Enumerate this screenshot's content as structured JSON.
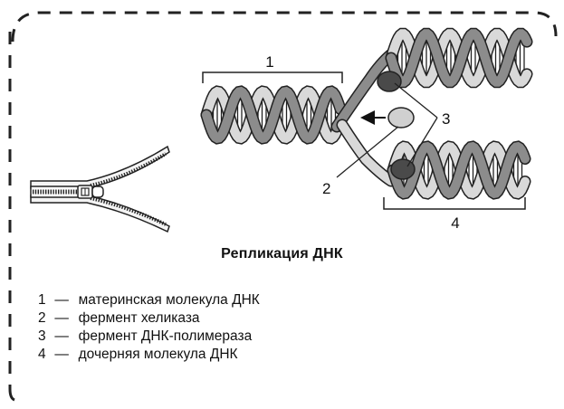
{
  "title": "Репликация ДНК",
  "callouts": {
    "one": "1",
    "two": "2",
    "three": "3",
    "four": "4"
  },
  "legend": [
    {
      "num": "1",
      "dash": "—",
      "text": "материнская молекула ДНК"
    },
    {
      "num": "2",
      "dash": "—",
      "text": "фермент хеликаза"
    },
    {
      "num": "3",
      "dash": "—",
      "text": "фермент ДНК-полимераза"
    },
    {
      "num": "4",
      "dash": "—",
      "text": "дочерняя молекула ДНК"
    }
  ],
  "colors": {
    "strand_dark": "#8c8c8c",
    "strand_light": "#d9d9d9",
    "outline": "#222222",
    "polymerase": "#4a4a4a",
    "helicase": "#d0d0d0",
    "frame": "#222222"
  },
  "icons": {
    "zipper": "zipper-icon"
  }
}
